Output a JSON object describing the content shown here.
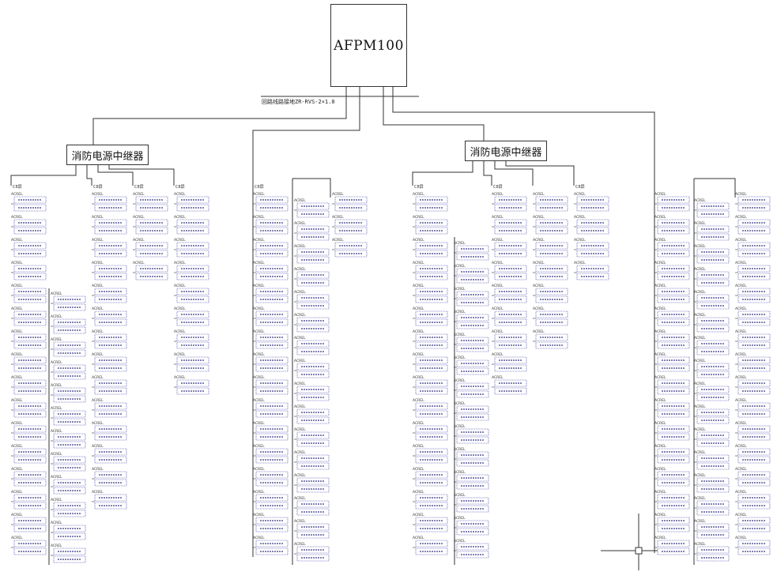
{
  "main_controller": {
    "label": "AFPM100"
  },
  "bus_label": "回路线路接地ZR-RVS-2×1.0",
  "relays": [
    {
      "label": "消防电源中继器"
    },
    {
      "label": "消防电源中继器"
    }
  ],
  "column_headers": [
    "C8屏",
    "C8屏",
    "C8屏",
    "C8屏",
    "C8屏",
    "C8屏",
    "C8屏",
    "C8屏"
  ],
  "device_label_prefix": "ACREL",
  "colors": {
    "line": "#333333",
    "device_border": "#3a3aa8",
    "device_text": "#5a5a9a",
    "background": "#ffffff"
  }
}
